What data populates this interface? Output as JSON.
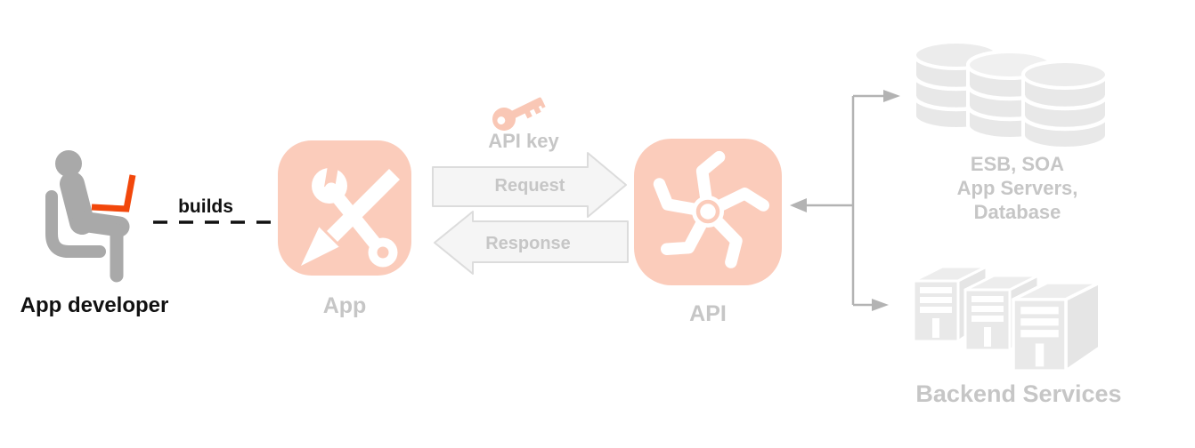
{
  "labels": {
    "app_developer": "App developer",
    "builds": "builds",
    "app": "App",
    "api_key": "API key",
    "request": "Request",
    "response": "Response",
    "api": "API",
    "backend_top_line1": "ESB, SOA",
    "backend_top_line2": "App Servers,",
    "backend_top_line3": "Database",
    "backend_bottom": "Backend Services"
  },
  "icons": {
    "developer": "person-at-laptop-icon",
    "app": "wrench-and-pencil-icon",
    "api_key": "key-icon",
    "api": "pinwheel-icon",
    "backend_top": "database-stack-icon",
    "backend_bottom": "server-towers-icon"
  },
  "colors": {
    "accent_salmon": "#fbccbb",
    "key_salmon": "#f9c7b5",
    "laptop_orange": "#f2470b",
    "figure_gray": "#a9a9a9",
    "label_gray": "#c6c6c6",
    "black_text": "#111111",
    "connector_gray": "#b3b3b3",
    "arrow_fill": "#f5f5f5",
    "arrow_border": "#dcdcdc",
    "backend_gray": "#e9e9e9"
  }
}
